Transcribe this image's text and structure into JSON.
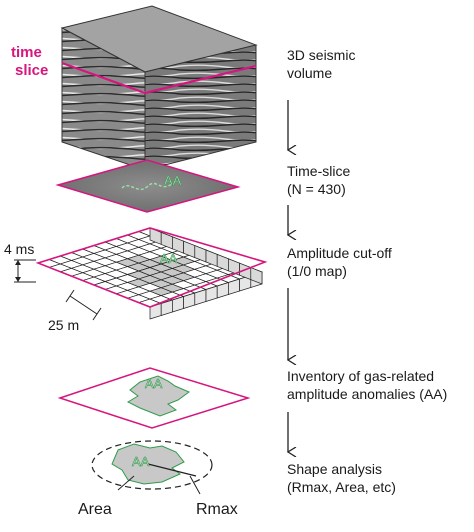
{
  "steps": [
    {
      "id": "volume",
      "line1": "3D seismic",
      "line2": "volume"
    },
    {
      "id": "slice",
      "line1": "Time-slice",
      "line2": "(N = 430)"
    },
    {
      "id": "cutoff",
      "line1": "Amplitude cut-off",
      "line2": "(1/0 map)"
    },
    {
      "id": "inventory",
      "line1": "Inventory of gas-related",
      "line2": "amplitude anomalies (AA)"
    },
    {
      "id": "shape",
      "line1": "Shape analysis",
      "line2": "(Rmax, Area, etc)"
    }
  ],
  "cube_label": {
    "line1": "time",
    "line2": "slice"
  },
  "anomaly_tag": "AA",
  "dims": {
    "ms": "4 ms",
    "m": "25 m"
  },
  "shape_labels": {
    "area": "Area",
    "rmax": "Rmax"
  },
  "colors": {
    "magenta": "#d6157f",
    "green": "#2e9b4a",
    "anomaly_fill": "#c8c8c8",
    "arrow": "#222222"
  }
}
